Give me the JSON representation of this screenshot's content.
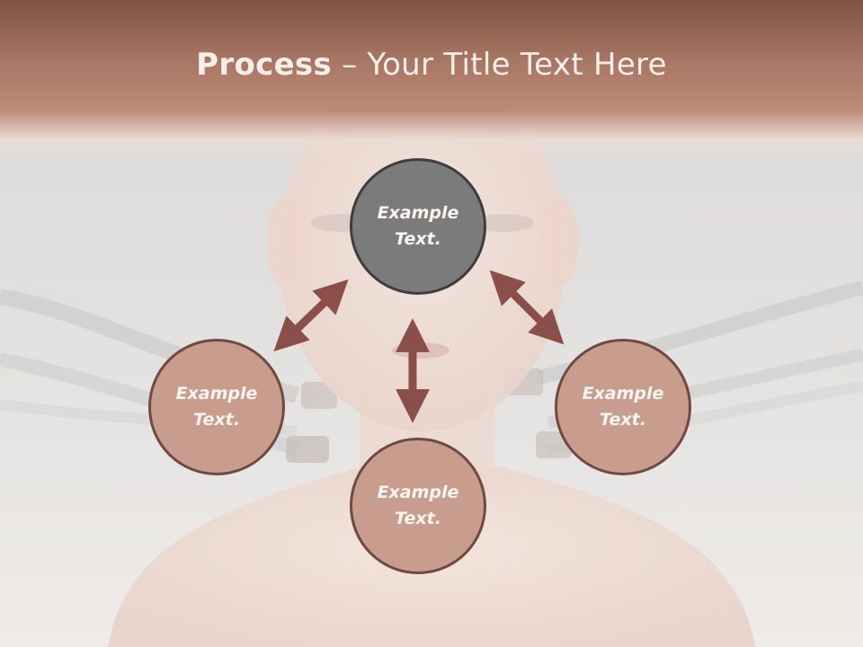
{
  "slide": {
    "title_bold": "Process",
    "title_rest": " – Your Title Text Here"
  },
  "diagram": {
    "nodes": [
      {
        "id": "center",
        "label": "Example\nText.",
        "color": "#7b7b7b"
      },
      {
        "id": "left",
        "label": "Example\nText.",
        "color": "#c99d8d"
      },
      {
        "id": "bottom",
        "label": "Example\nText.",
        "color": "#c99d8d"
      },
      {
        "id": "right",
        "label": "Example\nText.",
        "color": "#c99d8d"
      }
    ],
    "arrow_color": "#8b4f4a",
    "header_color": "#a67462"
  }
}
